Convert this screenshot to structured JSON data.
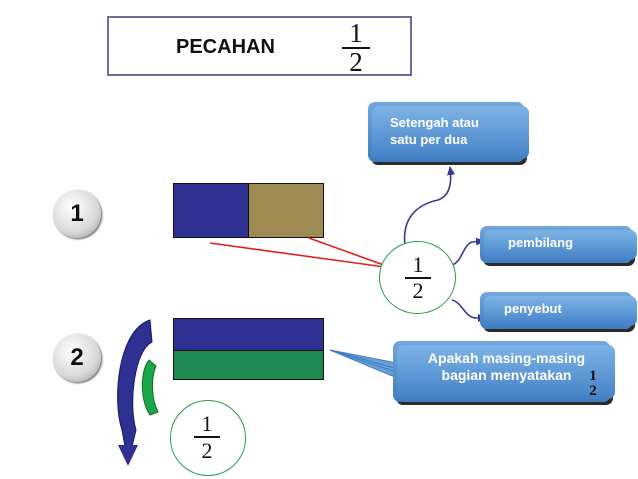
{
  "title": {
    "label": "PECAHAN",
    "fraction": {
      "numerator": "1",
      "denominator": "2"
    }
  },
  "steps": [
    {
      "number": "1"
    },
    {
      "number": "2"
    }
  ],
  "center_fraction": {
    "numerator": "1",
    "denominator": "2"
  },
  "bottom_fraction": {
    "numerator": "1",
    "denominator": "2"
  },
  "callouts": {
    "meaning": "Setengah atau\nsatu per dua",
    "numerator_label": "pembilang",
    "denominator_label": "penyebut",
    "question": "Apakah masing-masing\nbagian menyatakan",
    "question_fraction": {
      "numerator": "1",
      "denominator": "2"
    }
  },
  "colors": {
    "dark_blue": "#2e3192",
    "olive": "#9e8a52",
    "green": "#1f8a52",
    "callout_blue": "#5b96d4",
    "red_arrow": "#e02020",
    "connector": "#3a3a8c"
  }
}
